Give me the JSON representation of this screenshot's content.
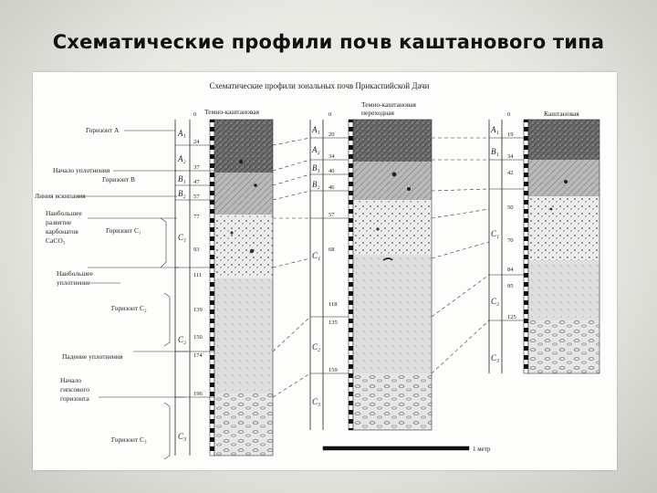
{
  "slide": {
    "title": "Схематические профили почв каштанового типа"
  },
  "figure": {
    "caption": "Схематические профили зональных почв Прикаспийской Дачи",
    "scale_label": "1 метр",
    "left_labels": {
      "horizon_a": "Горизонт А",
      "compaction_start": "Начало уплотнения",
      "horizon_b": "Горизонт В",
      "effervescence_line": "Линия вскипания",
      "carbonate_l1": "Наибольшее",
      "carbonate_l2": "развитие",
      "carbonate_l3": "карбонатов",
      "carbonate_l4": "CaCO₃",
      "horizon_c1": "Горизонт С₁",
      "max_compaction_l1": "Наибольшее",
      "max_compaction_l2": "уплотнение",
      "horizon_c2": "Горизонт С₂",
      "compaction_drop": "Падение уплотнения",
      "gypsum_l1": "Начало",
      "gypsum_l2": "гипсового",
      "gypsum_l3": "горизонта",
      "horizon_c3": "Горизонт С₃"
    },
    "profiles": {
      "p1": {
        "title_l1": "Темно-каштановая",
        "depths": [
          "0",
          "24",
          "37",
          "47",
          "57",
          "77",
          "93",
          "111",
          "139",
          "150",
          "174",
          "196"
        ],
        "horizons": [
          "A₁",
          "A₂",
          "B₁",
          "B₂",
          "C₁",
          "C₂",
          "C₃"
        ]
      },
      "p2": {
        "title_l1": "Темно-каштановая",
        "title_l2": "переходная",
        "depths": [
          "0",
          "20",
          "34",
          "40",
          "46",
          "57",
          "68",
          "118",
          "135",
          "159"
        ],
        "horizons": [
          "A₁",
          "A₂",
          "B₁",
          "B₂",
          "C₁",
          "C₂",
          "C₃"
        ]
      },
      "p3": {
        "title": "Каштановая",
        "depths": [
          "0",
          "19",
          "34",
          "42",
          "50",
          "70",
          "84",
          "95",
          "125"
        ],
        "horizons": [
          "A₁",
          "B₁",
          "C₁",
          "C₂",
          "C₃"
        ]
      }
    }
  }
}
